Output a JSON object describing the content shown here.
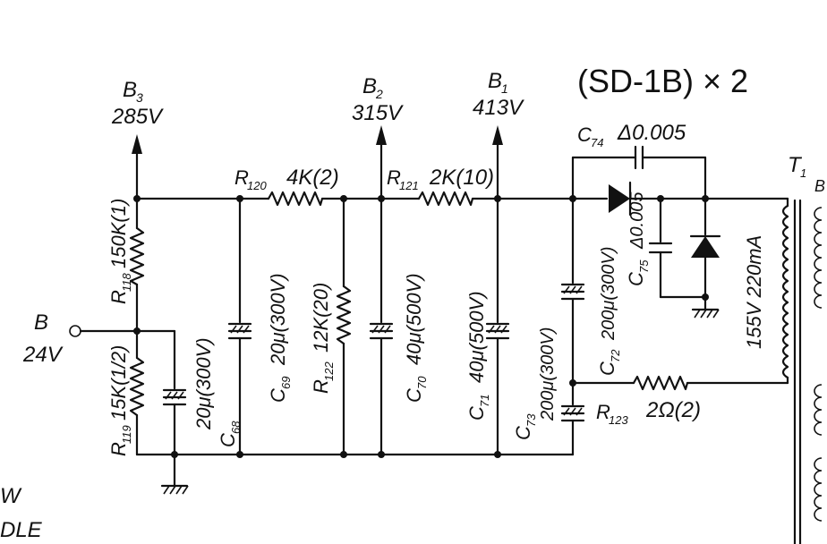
{
  "header": {
    "title": "(SD-1B) × 2"
  },
  "rails": {
    "b3": {
      "name": "B",
      "sub": "3",
      "voltage": "285V"
    },
    "b2": {
      "name": "B",
      "sub": "2",
      "voltage": "315V"
    },
    "b1": {
      "name": "B",
      "sub": "1",
      "voltage": "413V"
    },
    "b_in": {
      "name": "B",
      "voltage": "24V"
    }
  },
  "components": {
    "r118": {
      "ref": "R",
      "num": "118",
      "value": "150K(1)"
    },
    "r119": {
      "ref": "R",
      "num": "119",
      "value": "15K(1/2)"
    },
    "r120": {
      "ref": "R",
      "num": "120",
      "value": "4K(2)"
    },
    "r121": {
      "ref": "R",
      "num": "121",
      "value": "2K(10)"
    },
    "r122": {
      "ref": "R",
      "num": "122",
      "value": "12K(20)"
    },
    "r123": {
      "ref": "R",
      "num": "123",
      "value": "2Ω(2)"
    },
    "c68": {
      "ref": "C",
      "num": "68",
      "value": "20μ(300V)"
    },
    "c69": {
      "ref": "C",
      "num": "69",
      "value": "20μ(300V)"
    },
    "c70": {
      "ref": "C",
      "num": "70",
      "value": "40μ(500V)"
    },
    "c71": {
      "ref": "C",
      "num": "71",
      "value": "40μ(500V)"
    },
    "c72": {
      "ref": "C",
      "num": "72",
      "value": "200μ(300V)"
    },
    "c73": {
      "ref": "C",
      "num": "73",
      "value": "200μ(300V)"
    },
    "c74": {
      "ref": "C",
      "num": "74",
      "value": "Δ0.005"
    },
    "c75": {
      "ref": "C",
      "num": "75",
      "value": "Δ0.005"
    }
  },
  "transformer": {
    "ref": "T",
    "num": "1",
    "winding": "155V 220mA",
    "tap": "B"
  },
  "fragments": {
    "left1": "W",
    "left2": "DLE"
  }
}
